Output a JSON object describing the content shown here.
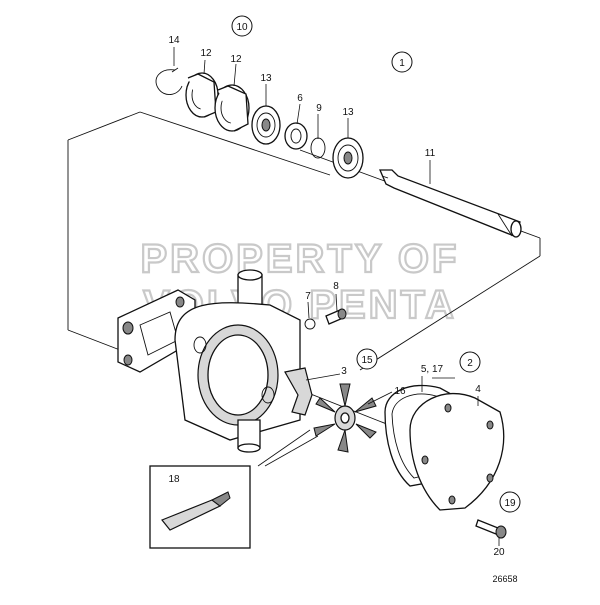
{
  "watermark": {
    "line1": "PROPERTY OF",
    "line2": "VOLVO PENTA"
  },
  "reference_number": "26658",
  "callouts": {
    "c1": "1",
    "c2": "2",
    "c10": "10",
    "c15": "15",
    "c19": "19"
  },
  "labels": {
    "l14": "14",
    "l12a": "12",
    "l12b": "12",
    "l13a": "13",
    "l6": "6",
    "l9": "9",
    "l13b": "13",
    "l11": "11",
    "l7": "7",
    "l8": "8",
    "l3": "3",
    "l5_17": "5, 17",
    "l4": "4",
    "l16": "16",
    "l18": "18",
    "l20": "20"
  }
}
